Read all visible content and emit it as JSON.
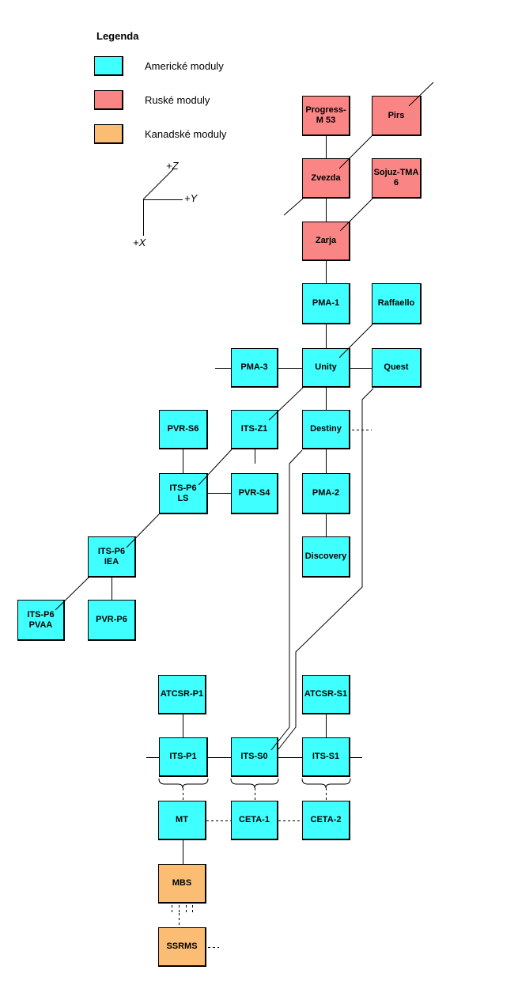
{
  "legend": {
    "title": "Legenda",
    "items": [
      {
        "label": "Americké moduly",
        "type": "american"
      },
      {
        "label": "Ruské moduly",
        "type": "russian"
      },
      {
        "label": "Kanadské moduly",
        "type": "canadian"
      }
    ]
  },
  "axes": {
    "z": "+Z",
    "y": "+Y",
    "x": "+X"
  },
  "colors": {
    "american": "#40FFFF",
    "russian": "#F98585",
    "canadian": "#FBBD74"
  },
  "nodes": [
    {
      "id": "progress-m53",
      "label": "Progress-\nM 53",
      "type": "russian"
    },
    {
      "id": "pirs",
      "label": "Pirs",
      "type": "russian"
    },
    {
      "id": "zvezda",
      "label": "Zvezda",
      "type": "russian"
    },
    {
      "id": "sojuz-tma-6",
      "label": "Sojuz-TMA\n6",
      "type": "russian"
    },
    {
      "id": "zarja",
      "label": "Zarja",
      "type": "russian"
    },
    {
      "id": "pma-1",
      "label": "PMA-1",
      "type": "american"
    },
    {
      "id": "raffaello",
      "label": "Raffaello",
      "type": "american"
    },
    {
      "id": "pma-3",
      "label": "PMA-3",
      "type": "american"
    },
    {
      "id": "unity",
      "label": "Unity",
      "type": "american"
    },
    {
      "id": "quest",
      "label": "Quest",
      "type": "american"
    },
    {
      "id": "pvr-s6",
      "label": "PVR-S6",
      "type": "american"
    },
    {
      "id": "its-z1",
      "label": "ITS-Z1",
      "type": "american"
    },
    {
      "id": "destiny",
      "label": "Destiny",
      "type": "american"
    },
    {
      "id": "its-p6-ls",
      "label": "ITS-P6\nLS",
      "type": "american"
    },
    {
      "id": "pvr-s4",
      "label": "PVR-S4",
      "type": "american"
    },
    {
      "id": "pma-2",
      "label": "PMA-2",
      "type": "american"
    },
    {
      "id": "its-p6-iea",
      "label": "ITS-P6\nIEA",
      "type": "american"
    },
    {
      "id": "discovery",
      "label": "Discovery",
      "type": "american"
    },
    {
      "id": "its-p6-pvaa",
      "label": "ITS-P6\nPVAA",
      "type": "american"
    },
    {
      "id": "pvr-p6",
      "label": "PVR-P6",
      "type": "american"
    },
    {
      "id": "atcsr-p1",
      "label": "ATCSR-P1",
      "type": "american"
    },
    {
      "id": "atcsr-s1",
      "label": "ATCSR-S1",
      "type": "american"
    },
    {
      "id": "its-p1",
      "label": "ITS-P1",
      "type": "american"
    },
    {
      "id": "its-s0",
      "label": "ITS-S0",
      "type": "american"
    },
    {
      "id": "its-s1",
      "label": "ITS-S1",
      "type": "american"
    },
    {
      "id": "mt",
      "label": "MT",
      "type": "american"
    },
    {
      "id": "ceta-1",
      "label": "CETA-1",
      "type": "american"
    },
    {
      "id": "ceta-2",
      "label": "CETA-2",
      "type": "american"
    },
    {
      "id": "mbs",
      "label": "MBS",
      "type": "canadian"
    },
    {
      "id": "ssrms",
      "label": "SSRMS",
      "type": "canadian"
    }
  ]
}
